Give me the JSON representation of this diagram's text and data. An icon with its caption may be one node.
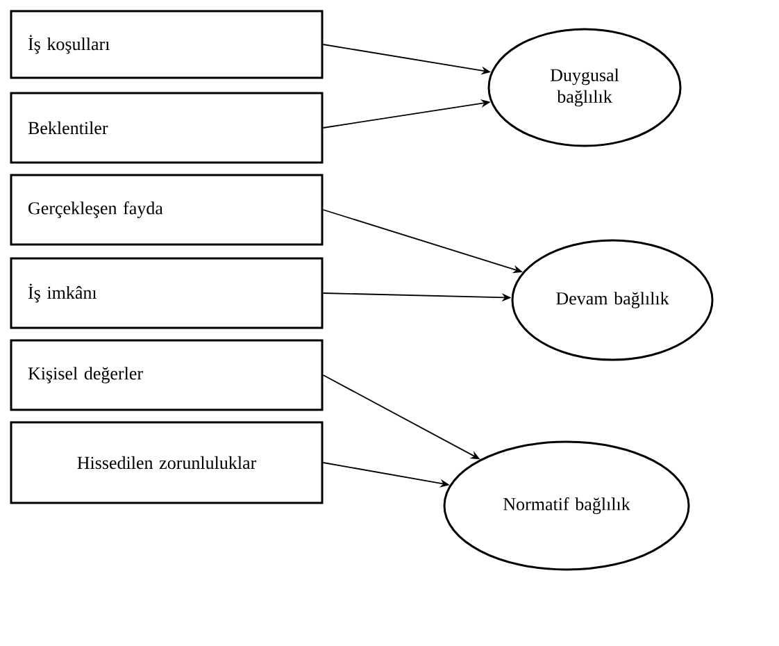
{
  "diagram": {
    "nodes": [
      {
        "text": [
          "İş koşulları"
        ]
      },
      {
        "text": [
          "Beklentiler"
        ]
      },
      {
        "text": [
          "Gerçekleşen fayda"
        ]
      },
      {
        "text": [
          "İş imkânı"
        ]
      },
      {
        "text": [
          "Kişisel değerler"
        ]
      },
      {
        "text": [
          "Hissedilen zorunluluklar"
        ]
      },
      {
        "text": [
          "Duygusal bağlılık"
        ]
      },
      {
        "text": [
          "Devam bağlılık"
        ]
      },
      {
        "text": [
          "Normatif bağlılık"
        ]
      }
    ],
    "edges": [
      {
        "from": 0,
        "to": 6,
        "arrow": "to"
      },
      {
        "from": 1,
        "to": 6,
        "arrow": "to"
      },
      {
        "from": 2,
        "to": 7,
        "arrow": "to"
      },
      {
        "from": 3,
        "to": 7,
        "arrow": "to"
      },
      {
        "from": 4,
        "to": 8,
        "arrow": "to"
      },
      {
        "from": 5,
        "to": 8,
        "arrow": "to"
      }
    ]
  }
}
